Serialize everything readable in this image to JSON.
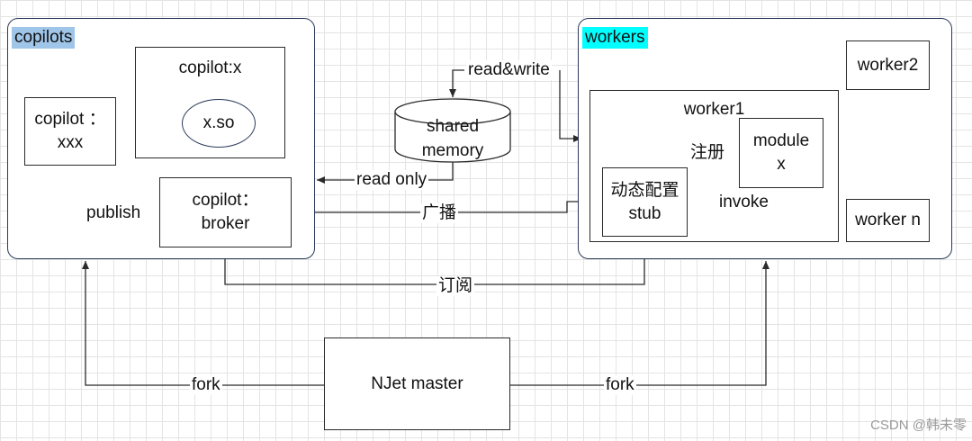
{
  "colors": {
    "copilots_tag": "#9fc5e8",
    "workers_tag": "#00ffff",
    "line": "#2a2a2a"
  },
  "copilots": {
    "title": "copilots",
    "copilot_x": {
      "label": "copilot:x",
      "so": "x.so"
    },
    "copilot_xxx": {
      "label": "copilot ：\nxxx"
    },
    "broker": {
      "label": "copilot：\nbroker"
    }
  },
  "workers": {
    "title": "workers",
    "worker1": {
      "label": "worker1"
    },
    "worker2": {
      "label": "worker2"
    },
    "worker_n": {
      "label": "worker n"
    },
    "stub": {
      "label": "动态配置\nstub"
    },
    "module": {
      "label": "module\nx"
    }
  },
  "shared_memory": {
    "label": "shared\nmemory"
  },
  "master": {
    "label": "NJet master"
  },
  "edges": {
    "read_write": "read&write",
    "read_only": "read only",
    "publish": "publish",
    "broadcast": "广播",
    "register": "注册",
    "invoke": "invoke",
    "subscribe": "订阅",
    "fork_left": "fork",
    "fork_right": "fork"
  },
  "watermark": "CSDN @韩未零"
}
